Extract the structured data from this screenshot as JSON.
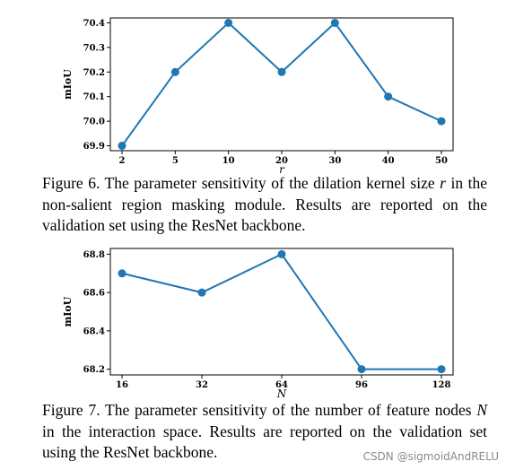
{
  "chart_data": [
    {
      "type": "line",
      "x": [
        "2",
        "5",
        "10",
        "20",
        "30",
        "40",
        "50"
      ],
      "values": [
        69.9,
        70.2,
        70.4,
        70.2,
        70.4,
        70.1,
        70.0
      ],
      "xlabel": "r",
      "ylabel": "mIoU",
      "yticks": [
        "69.9",
        "70.0",
        "70.1",
        "70.2",
        "70.3",
        "70.4"
      ],
      "ylim": [
        69.88,
        70.42
      ],
      "color": "#1f77b4",
      "marker": "circle",
      "grid": false
    },
    {
      "type": "line",
      "x": [
        "16",
        "32",
        "64",
        "96",
        "128"
      ],
      "values": [
        68.7,
        68.6,
        68.8,
        68.2,
        68.2
      ],
      "xlabel": "N",
      "ylabel": "mIoU",
      "yticks": [
        "68.2",
        "68.4",
        "68.6",
        "68.8"
      ],
      "ylim": [
        68.17,
        68.83
      ],
      "color": "#1f77b4",
      "marker": "circle",
      "grid": false
    }
  ],
  "captions": {
    "fig6": {
      "prefix": "Figure 6. The parameter sensitivity of the dilation kernel size ",
      "var": "r",
      "suffix": " in the non-salient region masking module.  Results are reported on the validation set using the ResNet backbone."
    },
    "fig7": {
      "prefix": "Figure 7. The parameter sensitivity of the number of feature nodes ",
      "var": "N",
      "suffix": " in the interaction space.  Results are reported on the validation set using the ResNet backbone."
    }
  },
  "watermark": "CSDN @sigmoidAndRELU"
}
